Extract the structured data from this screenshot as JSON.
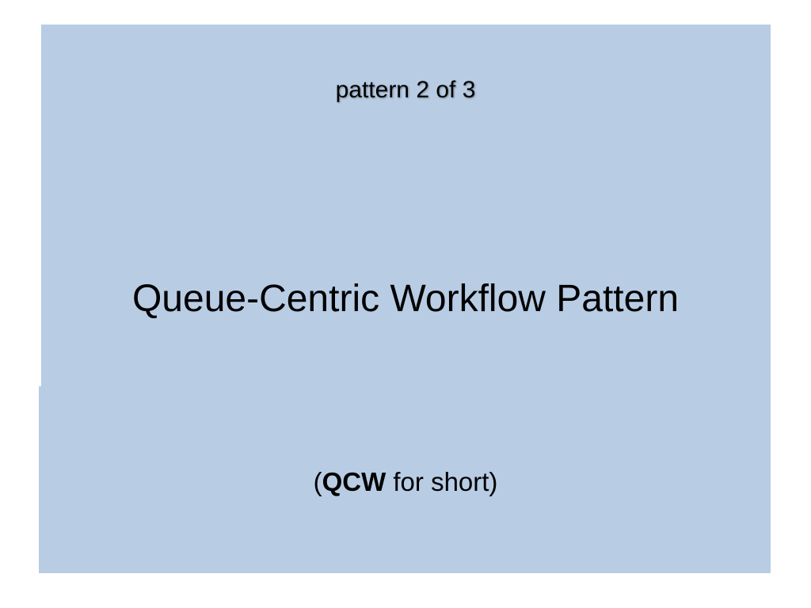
{
  "slide": {
    "subtitle": "pattern 2 of 3",
    "title": "Queue-Centric Workflow Pattern",
    "note_open": "(",
    "note_bold": "QCW",
    "note_rest": " for short)"
  },
  "colors": {
    "panel": "#b8cce4",
    "background": "#ffffff",
    "text": "#000000"
  }
}
